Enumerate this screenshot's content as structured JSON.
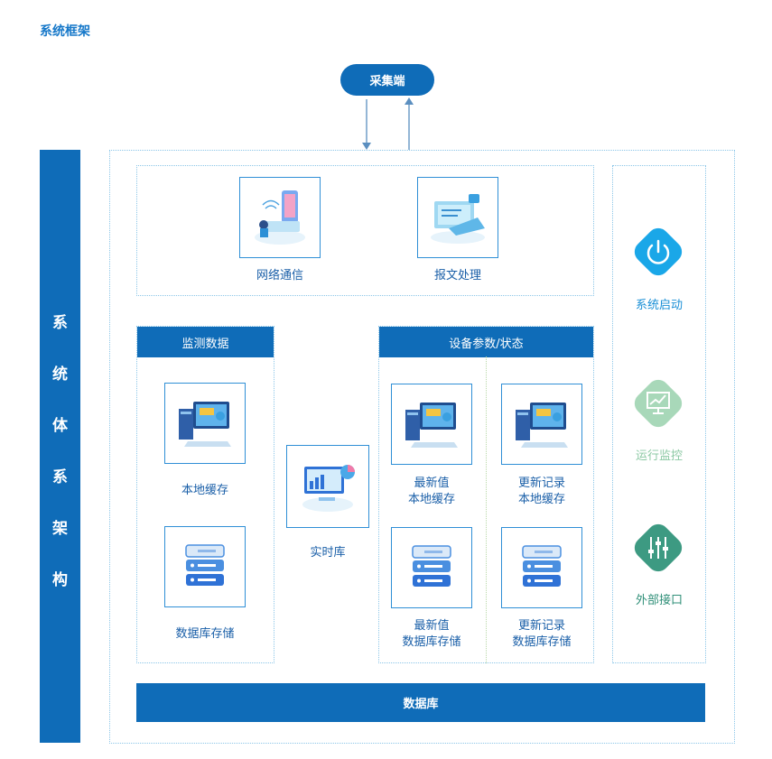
{
  "page_title": "系统框架",
  "collector": "采集端",
  "vertical_label": [
    "系",
    "统",
    "体",
    "系",
    "架",
    "构"
  ],
  "comm": {
    "network": "网络通信",
    "message": "报文处理"
  },
  "monitor": {
    "header": "监测数据",
    "local_cache": "本地缓存",
    "db_storage": "数据库存储"
  },
  "realtime": "实时库",
  "device": {
    "header": "设备参数/状态",
    "latest_local": [
      "最新值",
      "本地缓存"
    ],
    "update_local": [
      "更新记录",
      "本地缓存"
    ],
    "latest_db": [
      "最新值",
      "数据库存储"
    ],
    "update_db": [
      "更新记录",
      "数据库存储"
    ]
  },
  "right": {
    "start": "系统启动",
    "monitor": "运行监控",
    "external": "外部接口"
  },
  "database": "数据库",
  "colors": {
    "primary": "#0f6cb8",
    "start": "#1aa7e8",
    "monitor": "#a8d8b9",
    "external": "#3d9a82"
  }
}
